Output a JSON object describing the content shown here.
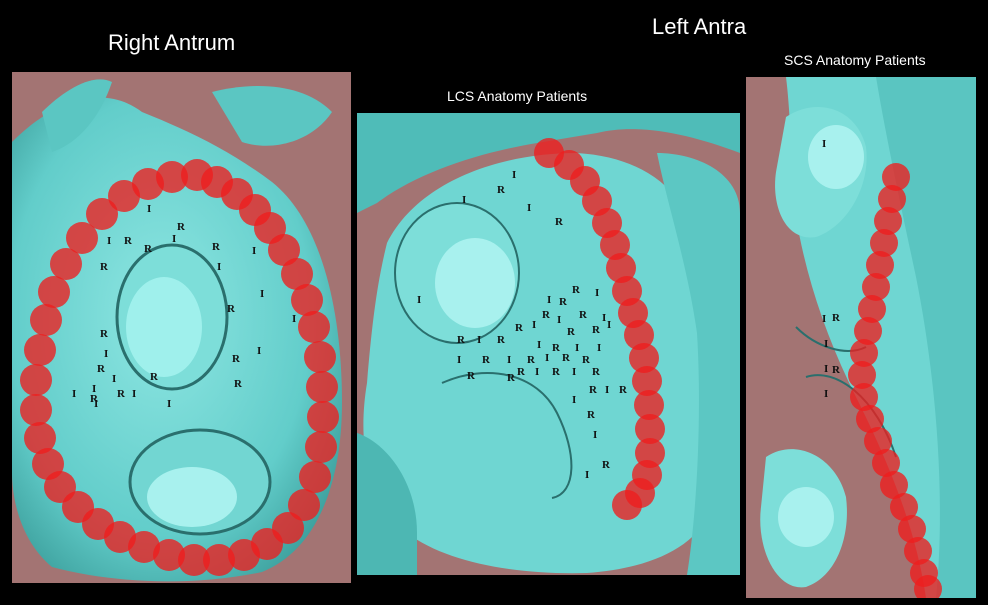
{
  "titles": {
    "right_antrum": "Right Antrum",
    "left_antra": "Left Antra",
    "lcs": "LCS Anatomy Patients",
    "scs": "SCS Anatomy Patients"
  },
  "colors": {
    "background": "#000000",
    "surface": "#6fd6d2",
    "surface_dark": "#3ea9a6",
    "backdrop": "#a37473",
    "ablation_point": "#ee1e1e"
  },
  "markers": {
    "reconnection": "R",
    "isolation": "I"
  }
}
